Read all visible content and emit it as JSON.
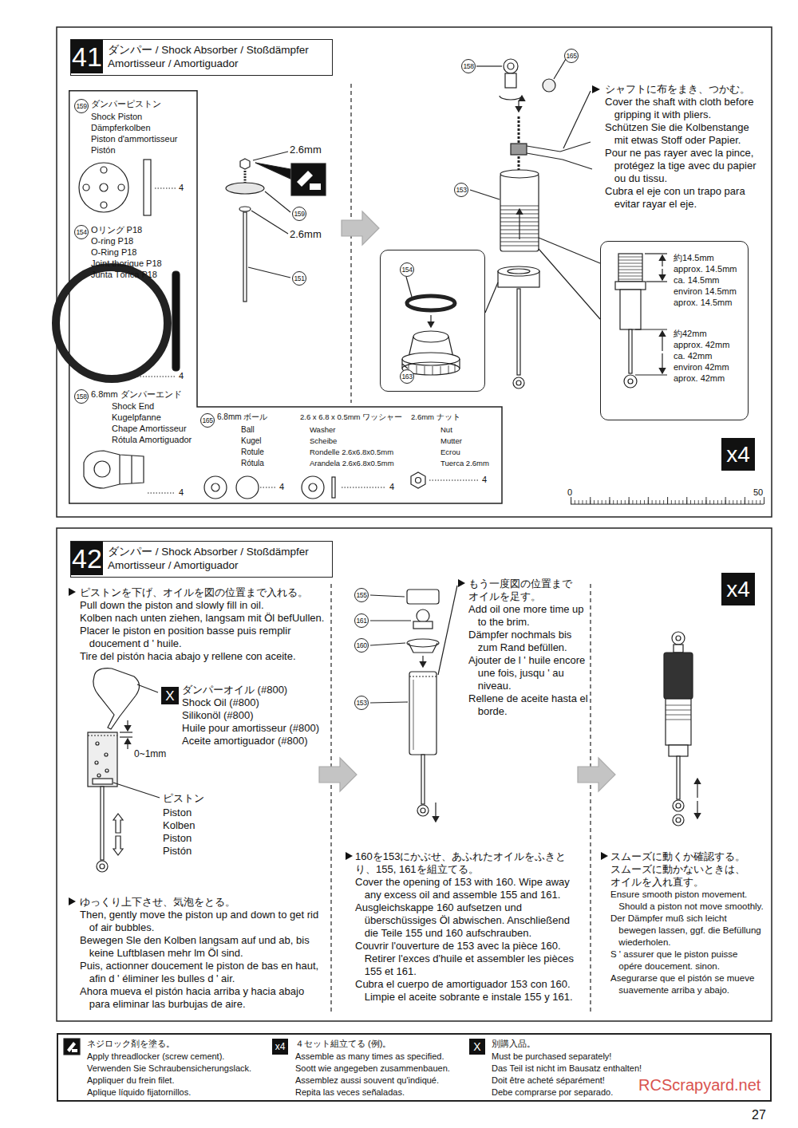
{
  "diagram": {
    "nodes": [
      {
        "text": [
          "41",
          "ダンパー / Shock Absorber / Stoßdämpfer Amortisseur / Amortiguador"
        ]
      },
      {
        "text": [
          "159",
          "ダンパーピストン",
          "Shock Piston",
          "Dämpferkolben",
          "Piston d'ammortisseur",
          "Pistón",
          "4",
          "154",
          "Oリング P18",
          "O-ring P18",
          "O-Ring P18",
          "Joint thorique P18",
          "Junta Tórica P18",
          "4",
          "158",
          "6.8mm ダンパーエンド",
          "Shock End",
          "Kugelpfanne",
          "Chape Amortisseur",
          "Rótula Amortiguador",
          "4",
          "165",
          "6.8mm ボール",
          "Ball",
          "Kugel",
          "Rotule",
          "Rótula",
          "4",
          "2.6 x 6.8 x 0.5mm ワッシャー",
          "Washer",
          "Scheibe",
          "Rondelle 2.6x6.8x0.5mm",
          "Arandela 2.6x6.8x0.5mm",
          "4",
          "2.6mm ナット",
          "Nut",
          "Mutter",
          "Ecrou",
          "Tuerca 2.6mm",
          "4"
        ]
      },
      {
        "text": [
          "154",
          "163"
        ]
      },
      {
        "text": [
          "約14.5mm",
          "approx. 14.5mm",
          "ca. 14.5mm",
          "environ 14.5mm",
          "aprox. 14.5mm",
          "約42mm",
          "approx. 42mm",
          "ca. 42mm",
          "environ 42mm",
          "aprox. 42mm"
        ]
      },
      {
        "text": [
          "42",
          "ダンパー / Shock Absorber / Stoßdämpfer Amortisseur / Amortiguador"
        ]
      },
      {
        "text": [
          "ネジロック剤を塗る。",
          "Apply threadlocker (screw cement).",
          "Verwenden Sie Schraubensicherungslack.",
          "Appliquer du frein filet.",
          "Aplique líquido fijatornillos.",
          "４セット組立てる (例)。",
          "Assemble as many times as specified.",
          "Soott wie angegeben zusammenbauen.",
          "Assemblez aussi souvent qu'indiqué.",
          "Repita las veces señaladas.",
          "別購入品。",
          "Must be purchased separately!",
          "Das Teil ist nicht im Bausatz enthalten!",
          "Doit être acheté séparément!",
          "Debe comprarse por separado."
        ]
      }
    ],
    "labels": [
      "2.6mm",
      "159",
      "2.6mm",
      "151",
      "158",
      "165",
      "シャフトに布をまき、つかむ。",
      "Cover the shaft with cloth before gripping it with pliers.",
      "Schützen Sie die Kolbenstange mit etwas Stoff oder Papier.",
      "Pour ne pas rayer avec la pince, protégez la tige avec du papier ou du tissu.",
      "Cubra el eje con un trapo para evitar rayar el eje.",
      "153",
      "x4",
      "0",
      "50",
      "ピストンを下げ、オイルを図の位置まで入れる。",
      "Pull down the piston and slowly fill in oil.",
      "Kolben nach unten ziehen, langsam mit Öl befUullen.",
      "Placer le piston en position basse puis remplir doucement d ' huile.",
      "Tire del pistón hacia abajo y rellene con aceite.",
      "X",
      "ダンパーオイル (#800)",
      "Shock Oil (#800)",
      "Silikonöl (#800)",
      "Huile pour amortisseur (#800)",
      "Aceite amortiguador (#800)",
      "0~1mm",
      "ピストン",
      "Piston",
      "Kolben",
      "Piston",
      "Pistón",
      "ゆっくり上下させ、気泡をとる。",
      "Then, gently move the piston up and down to get rid of air bubbles.",
      "Bewegen Sle den Kolben langsam auf und ab, bis keine Luftblasen mehr lm Öl sind.",
      "Puis, actionner doucement le piston de bas en haut, afin d ' éliminer les bulles d ' air.",
      "Ahora mueva el pistón hacia arriba y hacia abajo para eliminar las burbujas de aire.",
      "155",
      "161",
      "160",
      "153",
      "もう一度図の位置まで オイルを足す。",
      "Add oil one more time up to the brim.",
      "Dämpfer nochmals bis zum Rand befüllen.",
      "Ajouter de l ' huile encore une fois, jusqu ' au niveau.",
      "Rellene de aceite hasta el borde.",
      "160を153にかぶせ、あふれたオイルをふきとり、155, 161を組立てる。",
      "Cover the opening of 153 with 160. Wipe away any excess oil and assemble 155 and 161.",
      "Ausgleichskappe 160 aufsetzen und überschüssiges Öl abwischen. Anschließend die Teile 155 und 160 aufschrauben.",
      "Couvrir l'ouverture de 153 avec la pièce 160. Retirer l'exces d'huile et assembler les pièces 155 et 161.",
      "Cubra el cuerpo de amortiguador 153 con 160. Limpie el aceite sobrante e instale 155 y 161.",
      "x4",
      "スムーズに動くか確認する。 スムーズに動かないときは、 オイルを入れ直す。",
      "Ensure smooth piston movement. Should a piston not move smoothly.",
      "Der Dämpfer muß sich leicht bewegen lassen, ggf. die Befüllung wiederholen.",
      "S ' assurer que le piston puisse opére doucement. sinon.",
      "Asegurarse que el pistón se mueve suavemente arriba y abajo.",
      "x4",
      "X",
      "RCScrapyard.net",
      "27"
    ]
  }
}
